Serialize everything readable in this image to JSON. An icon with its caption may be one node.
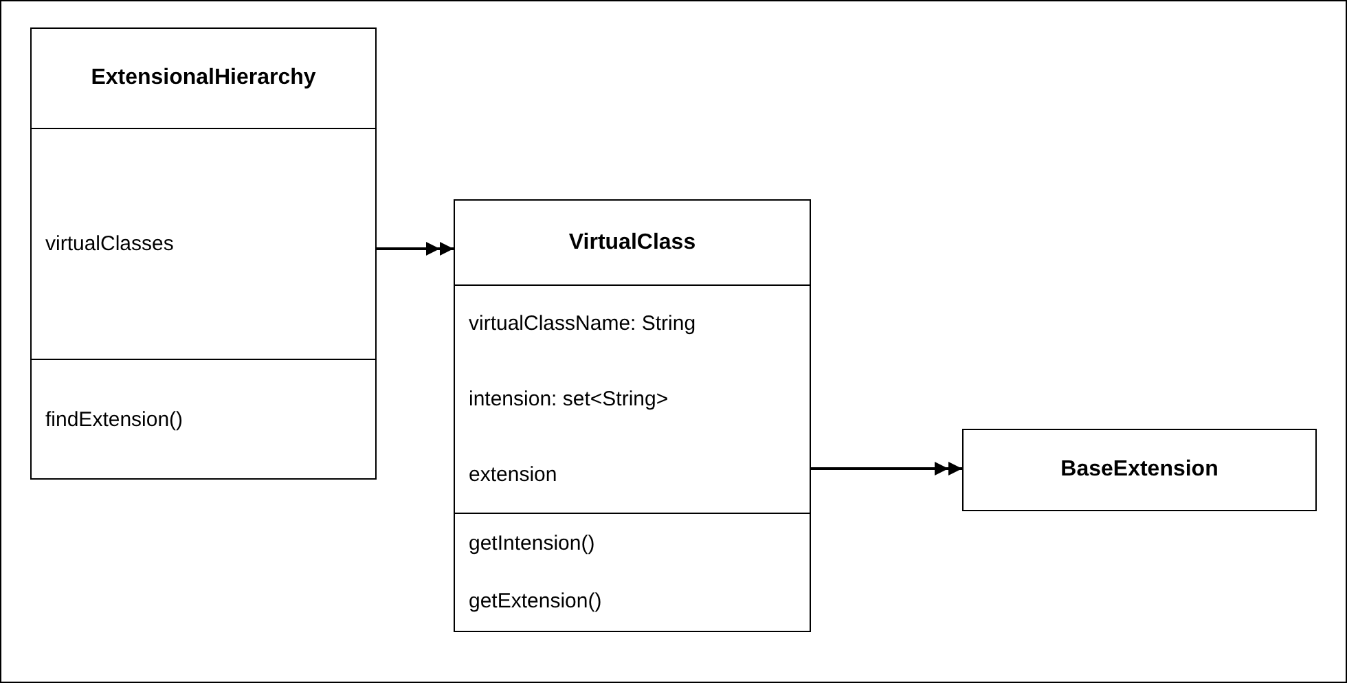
{
  "diagram": {
    "nodes": [
      {
        "text": [
          "ExtensionalHierarchy",
          "virtualClasses",
          "findExtension()"
        ]
      },
      {
        "text": [
          "VirtualClass",
          "virtualClassName: String",
          "intension: set<String>",
          "extension",
          "getIntension()",
          "getExtension()"
        ]
      },
      {
        "text": [
          "BaseExtension"
        ]
      }
    ],
    "edges": [
      {
        "from": 0,
        "to": 1,
        "arrow": "to"
      },
      {
        "from": 1,
        "to": 2,
        "arrow": "to"
      }
    ]
  }
}
